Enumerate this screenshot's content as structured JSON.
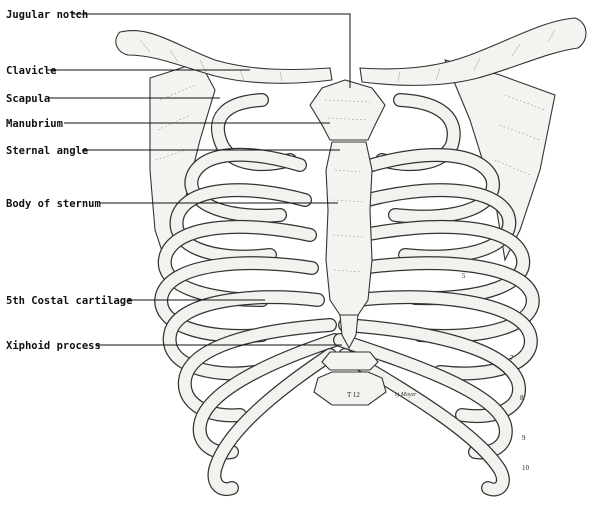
{
  "labels": {
    "jugular_notch": "Jugular notch",
    "clavicle": "Clavicle",
    "scapula": "Scapula",
    "manubrium": "Manubrium",
    "sternal_angle": "Sternal angle",
    "body_of_sternum": "Body of sternum",
    "costal_cartilage": "5th Costal cartilage",
    "xiphoid_process": "Xiphoid process"
  },
  "rib_numbers": {
    "r5": "5",
    "r7": "7",
    "r8": "8",
    "r9": "9",
    "r10": "10"
  },
  "vertebra_text": "T 12",
  "signature": "cj Moyer"
}
